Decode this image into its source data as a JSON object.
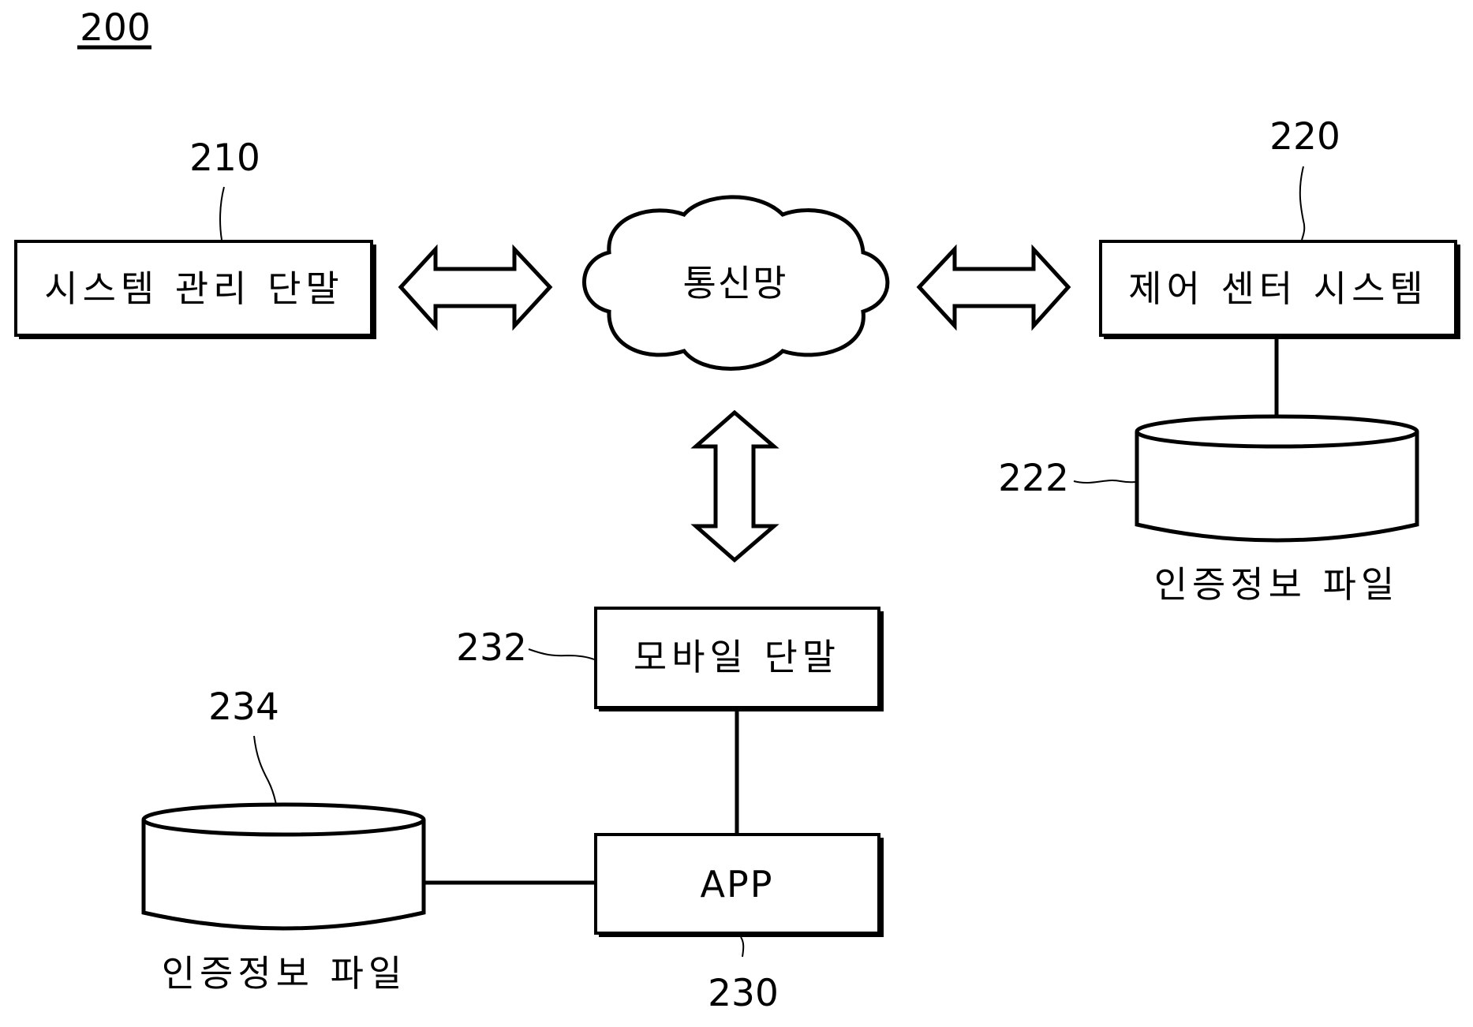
{
  "figure": {
    "number": "200",
    "nodes": {
      "system_manager_terminal": {
        "ref": "210",
        "label": "시스템 관리 단말"
      },
      "network": {
        "label": "통신망"
      },
      "control_center_system": {
        "ref": "220",
        "label": "제어 센터 시스템"
      },
      "control_center_db": {
        "ref": "222",
        "label": "인증정보 파일"
      },
      "mobile_terminal": {
        "ref": "232",
        "label": "모바일 단말"
      },
      "app": {
        "ref": "230",
        "label": "APP"
      },
      "mobile_db": {
        "ref": "234",
        "label": "인증정보 파일"
      }
    },
    "connections": [
      {
        "from": "system_manager_terminal",
        "to": "network",
        "type": "bidirectional-arrow"
      },
      {
        "from": "network",
        "to": "control_center_system",
        "type": "bidirectional-arrow"
      },
      {
        "from": "network",
        "to": "mobile_terminal",
        "type": "bidirectional-arrow"
      },
      {
        "from": "control_center_system",
        "to": "control_center_db",
        "type": "line"
      },
      {
        "from": "mobile_terminal",
        "to": "app",
        "type": "line"
      },
      {
        "from": "app",
        "to": "mobile_db",
        "type": "line"
      }
    ]
  }
}
